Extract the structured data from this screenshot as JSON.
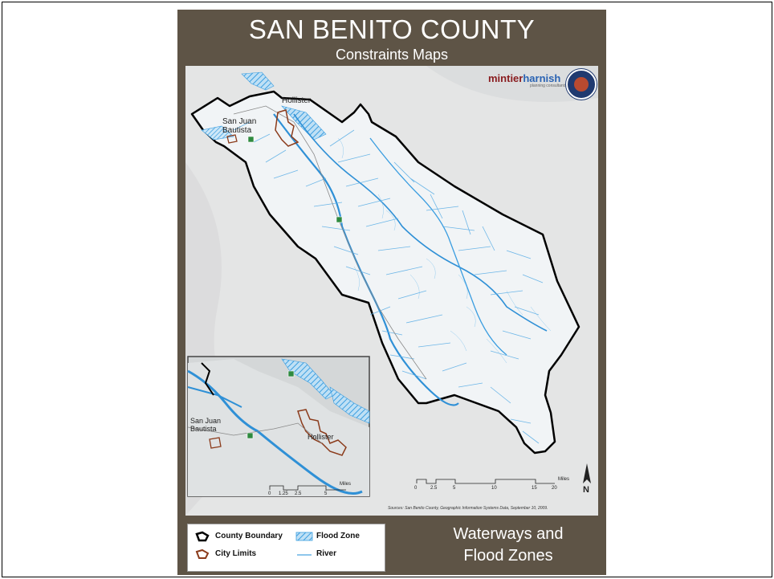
{
  "poster": {
    "title": "SAN BENITO COUNTY",
    "subtitle": "Constraints Maps",
    "footer_line1": "Waterways and",
    "footer_line2": "Flood Zones",
    "source": "Sources: San Benito County, Geographic Information Systems Data, September 10, 2009."
  },
  "logo": {
    "part1": "mintier",
    "part2": "harnish",
    "tagline": "planning consultants"
  },
  "places": {
    "hollister": "Hollister",
    "san_juan_line1": "San Juan",
    "san_juan_line2": "Bautista"
  },
  "scale_bar": {
    "ticks": [
      "0",
      "2.5",
      "5",
      "10",
      "15",
      "20"
    ],
    "unit": "Miles",
    "north": "N"
  },
  "inset_scale_bar": {
    "ticks": [
      "0",
      "1.25",
      "2.5",
      "5"
    ],
    "unit": "Miles"
  },
  "legend": {
    "county_boundary": "County Boundary",
    "flood_zone": "Flood Zone",
    "city_limits": "City Limits",
    "river": "River"
  },
  "colors": {
    "frame_brown": "#5e5446",
    "river_blue": "#4aa3e0",
    "city_outline": "#8b3b1b",
    "boundary": "#000000"
  }
}
